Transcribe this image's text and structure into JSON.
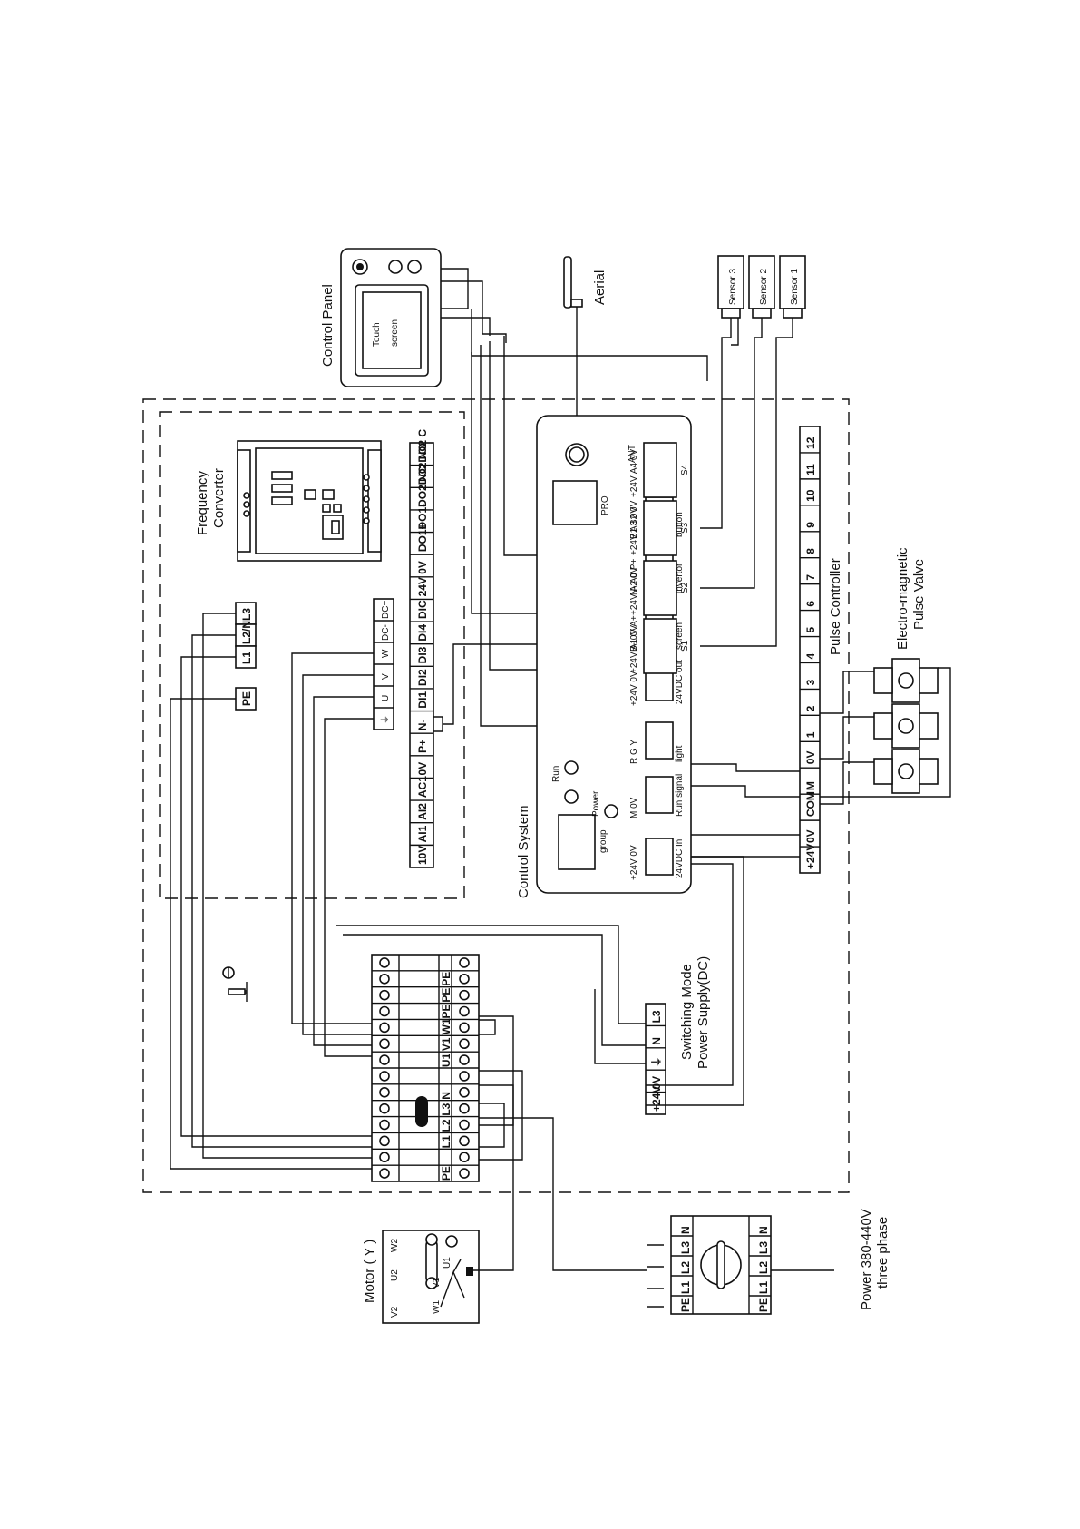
{
  "control_panel": {
    "title": "Control Panel",
    "screen_line1": "Touch",
    "screen_line2": "screen"
  },
  "aerial": {
    "label": "Aerial"
  },
  "sensors": [
    "Sensor 3",
    "Sensor 2",
    "Sensor 1"
  ],
  "frequency_converter": {
    "title_line1": "Frequency",
    "title_line2": "Converter",
    "mains_terminals": [
      "L1",
      "L2/N",
      "L3"
    ],
    "pe_terminal": "PE",
    "motor_terminals": [
      "⏚",
      "U",
      "V",
      "W",
      "DC-",
      "DC+"
    ],
    "control_terminals": [
      "10V",
      "AI1",
      "AI2",
      "AC1",
      "0V",
      "P+",
      "N-",
      "DI1",
      "DI2",
      "DI3",
      "DI4",
      "DIC",
      "24V",
      "0V",
      "DO1+",
      "DO1-",
      "DO2 NC",
      "DO2 NO",
      "DO2 C"
    ]
  },
  "control_system": {
    "title": "Control System",
    "ant_label": "ANT",
    "pro_label": "PRO",
    "group_label": "group",
    "power_label": "Power",
    "run_label": "Run",
    "modules": [
      {
        "pins": "+24V  0V",
        "name": "24VDC In"
      },
      {
        "pins": "M  0V",
        "name": "Run signal"
      },
      {
        "pins": "R  G  Y",
        "name": "light"
      },
      {
        "pins": "+24V  0V",
        "name": "24VDC out"
      },
      {
        "pins": "B-  0V  A+",
        "name": "screen"
      },
      {
        "pins": "N-  A0  P+",
        "name": "invertor"
      },
      {
        "pins": "B1  B2  0V",
        "name": "button"
      }
    ],
    "sensor_modules": [
      {
        "pins": "+24V  A1  0V",
        "name": "S1"
      },
      {
        "pins": "+24V  A2  0V",
        "name": "S2"
      },
      {
        "pins": "+24V  A3  0V",
        "name": "S3"
      },
      {
        "pins": "+24V  A4  0V",
        "name": "S4"
      }
    ]
  },
  "pulse_controller": {
    "title": "Pulse Controller",
    "terminals": [
      "+24V",
      "0V",
      "COM",
      "M",
      "0V",
      "1",
      "2",
      "3",
      "4",
      "5",
      "6",
      "7",
      "8",
      "9",
      "10",
      "11",
      "12"
    ]
  },
  "valve": {
    "title_line1": "Electro-magnetic",
    "title_line2": "Pulse Valve"
  },
  "psu": {
    "title_line1": "Switching Mode",
    "title_line2": "Power Supply(DC)",
    "terminals": [
      "+24V",
      "0V",
      "⏚",
      "N",
      "L3"
    ]
  },
  "terminal_block": {
    "top_labels": [
      "PE",
      "PE",
      "PE",
      "W1",
      "V1",
      "U1",
      "N",
      "L3",
      "L2",
      "L1",
      "PE"
    ]
  },
  "motor": {
    "title": "Motor ( Y )",
    "labels": [
      "V2",
      "U2",
      "W2",
      "W1",
      "V1",
      "U1"
    ]
  },
  "power_switch": {
    "top_labels": [
      "PE",
      "L1",
      "L2",
      "L3",
      "N"
    ],
    "bottom_labels": [
      "PE",
      "L1",
      "L2",
      "L3",
      "N"
    ]
  },
  "power": {
    "line1": "Power 380-440V",
    "line2": "three phase"
  }
}
